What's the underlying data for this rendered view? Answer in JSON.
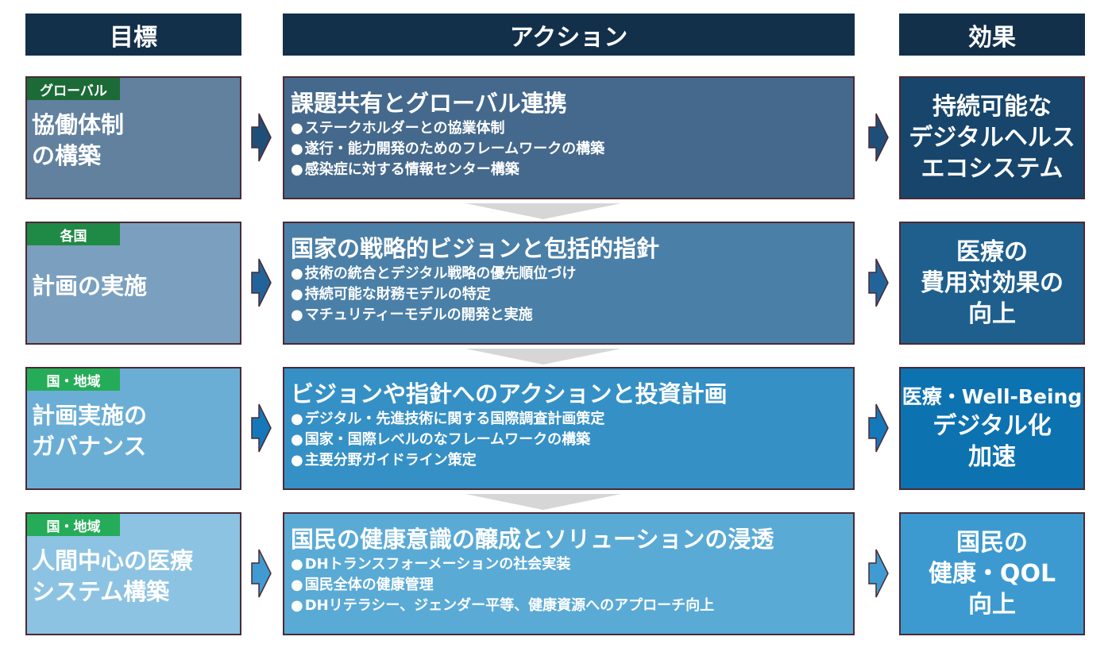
{
  "headers": {
    "goal": "目標",
    "action": "アクション",
    "effect": "効果"
  },
  "rows": [
    {
      "tag": "グローバル",
      "goal_lines": [
        "協働体制",
        "の構築"
      ],
      "action_title": "課題共有とグローバル連携",
      "action_items": [
        "ステークホルダーとの協業体制",
        "遂行・能力開発のためのフレームワークの構築",
        "感染症に対する情報センター構築"
      ],
      "effect_lines": [
        "持続可能な",
        "デジタルヘルス",
        "エコシステム"
      ]
    },
    {
      "tag": "各国",
      "goal_lines": [
        "計画の実施"
      ],
      "action_title": "国家の戦略的ビジョンと包括的指針",
      "action_items": [
        "技術の統合とデジタル戦略の優先順位づけ",
        "持続可能な財務モデルの特定",
        "マチュリティーモデルの開発と実施"
      ],
      "effect_lines": [
        "医療の",
        "費用対効果の",
        "向上"
      ]
    },
    {
      "tag": "国・地域",
      "goal_lines": [
        "計画実施の",
        "ガバナンス"
      ],
      "action_title": "ビジョンや指針へのアクションと投資計画",
      "action_items": [
        "デジタル・先進技術に関する国際調査計画策定",
        "国家・国際レベルのなフレームワークの構築",
        "主要分野ガイドライン策定"
      ],
      "effect_lines": [
        "医療・Well-Being",
        "デジタル化",
        "加速"
      ]
    },
    {
      "tag": "国・地域",
      "goal_lines": [
        "人間中心の医療",
        "システム構築"
      ],
      "action_title": "国民の健康意識の醸成とソリューションの浸透",
      "action_items": [
        "DHトランスフォーメーションの社会実装",
        "国民全体の健康管理",
        "DHリテラシー、ジェンダー平等、健康資源へのアプローチ向上"
      ],
      "effect_lines": [
        "国民の",
        "健康・QOL",
        "向上"
      ]
    }
  ],
  "colors": {
    "header_bg": "#13304b",
    "goal_bg": [
      "#61819f",
      "#7ba0bf",
      "#6aaed6",
      "#8dc3e2"
    ],
    "action_bg": [
      "#45698c",
      "#4a7fa8",
      "#3590c6",
      "#5aaad6"
    ],
    "effect_bg": [
      "#17456b",
      "#1e5f8e",
      "#0d72b0",
      "#3d9ad0"
    ],
    "arrow_fill": [
      "#1f4f78",
      "#22649a",
      "#1478bb",
      "#3f9bd2"
    ],
    "tag_bg": [
      "#1c6b37",
      "#1f8a45",
      "#25ac58",
      "#25ac58"
    ],
    "border": "#4a2a34",
    "chevron": "#d6d6d6"
  }
}
